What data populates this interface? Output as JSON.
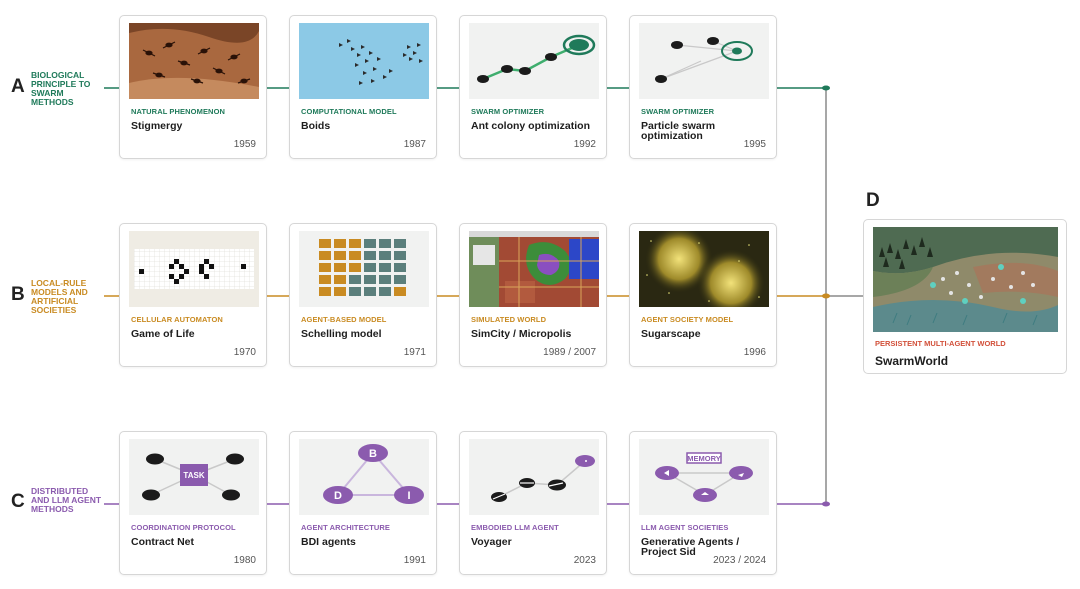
{
  "colors": {
    "row_a": "#1f7a5a",
    "row_b": "#c98b22",
    "row_c": "#8b5bae",
    "final": "#d2503a",
    "bus": "#8a8a8a"
  },
  "rows": [
    {
      "letter": "A",
      "label": "Biological principle to swarm methods",
      "cards": [
        {
          "category": "Natural phenomenon",
          "name": "Stigmergy",
          "year": "1959",
          "image": "ants-photo"
        },
        {
          "category": "Computational model",
          "name": "Boids",
          "year": "1987",
          "image": "bird-flock"
        },
        {
          "category": "Swarm optimizer",
          "name": "Ant colony optimization",
          "year": "1992",
          "image": "ant-path-graph"
        },
        {
          "category": "Swarm optimizer",
          "name": "Particle swarm optimization",
          "year": "1995",
          "image": "particle-target"
        }
      ]
    },
    {
      "letter": "B",
      "label": "Local-rule models and artificial societies",
      "cards": [
        {
          "category": "Cellular automaton",
          "name": "Game of Life",
          "year": "1970",
          "image": "cell-grid"
        },
        {
          "category": "Agent-based model",
          "name": "Schelling model",
          "year": "1971",
          "image": "segregation-grid"
        },
        {
          "category": "Simulated world",
          "name": "SimCity / Micropolis",
          "year": "1989 / 2007",
          "image": "city-map"
        },
        {
          "category": "Agent society model",
          "name": "Sugarscape",
          "year": "1996",
          "image": "sugar-landscape"
        }
      ]
    },
    {
      "letter": "C",
      "label": "Distributed and LLM agent methods",
      "cards": [
        {
          "category": "Coordination protocol",
          "name": "Contract Net",
          "year": "1980",
          "image": "task-network",
          "task_label": "TASK"
        },
        {
          "category": "Agent architecture",
          "name": "BDI agents",
          "year": "1991",
          "image": "bdi-triangle",
          "nodes": [
            "B",
            "D",
            "I"
          ]
        },
        {
          "category": "Embodied LLM agent",
          "name": "Voyager",
          "year": "2023",
          "image": "voyager-path"
        },
        {
          "category": "LLM agent societies",
          "name": "Generative Agents / Project Sid",
          "year": "2023 / 2024",
          "image": "memory-network",
          "memory_label": "MEMORY"
        }
      ]
    }
  ],
  "final": {
    "letter": "D",
    "category": "Persistent multi-agent world",
    "name": "SwarmWorld",
    "image": "swarmworld-landscape"
  }
}
